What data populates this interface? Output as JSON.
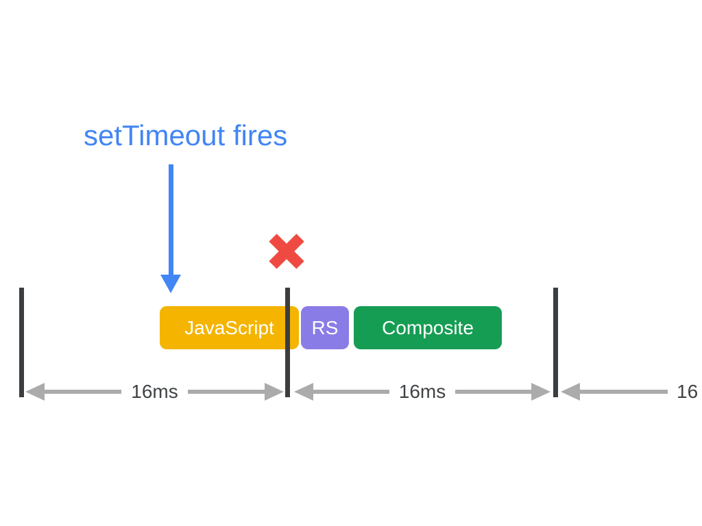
{
  "diagram": {
    "title": "setTimeout fires",
    "blocks": [
      {
        "name": "javascript",
        "label": "JavaScript",
        "color": "#F4B400"
      },
      {
        "name": "rs",
        "label": "RS",
        "color": "#8A7CE6"
      },
      {
        "name": "composite",
        "label": "Composite",
        "color": "#169D54"
      }
    ],
    "intervals": [
      {
        "label": "16ms"
      },
      {
        "label": "16ms"
      },
      {
        "label": "16"
      }
    ],
    "colors": {
      "annotation_blue": "#4285F4",
      "missed_frame_red": "#EF4A41",
      "frame_marker": "#3B3E40",
      "dimension_arrow": "#ABABAB",
      "dimension_text": "#404345",
      "block_text": "#FFFFFF",
      "background": "#FFFFFF"
    }
  }
}
